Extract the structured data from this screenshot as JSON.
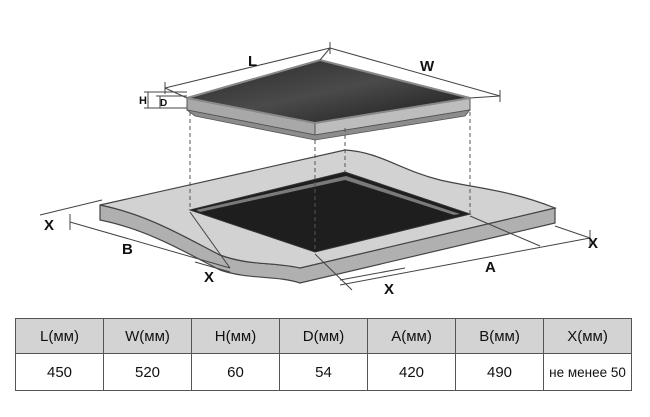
{
  "diagram": {
    "labels": {
      "L": "L",
      "W": "W",
      "H": "H",
      "D": "D",
      "A": "A",
      "B": "B",
      "X": "X"
    }
  },
  "table": {
    "headers": [
      "L(мм)",
      "W(мм)",
      "H(мм)",
      "D(мм)",
      "A(мм)",
      "B(мм)",
      "X(мм)"
    ],
    "values": [
      "450",
      "520",
      "60",
      "54",
      "420",
      "490",
      "не менее 50"
    ]
  }
}
